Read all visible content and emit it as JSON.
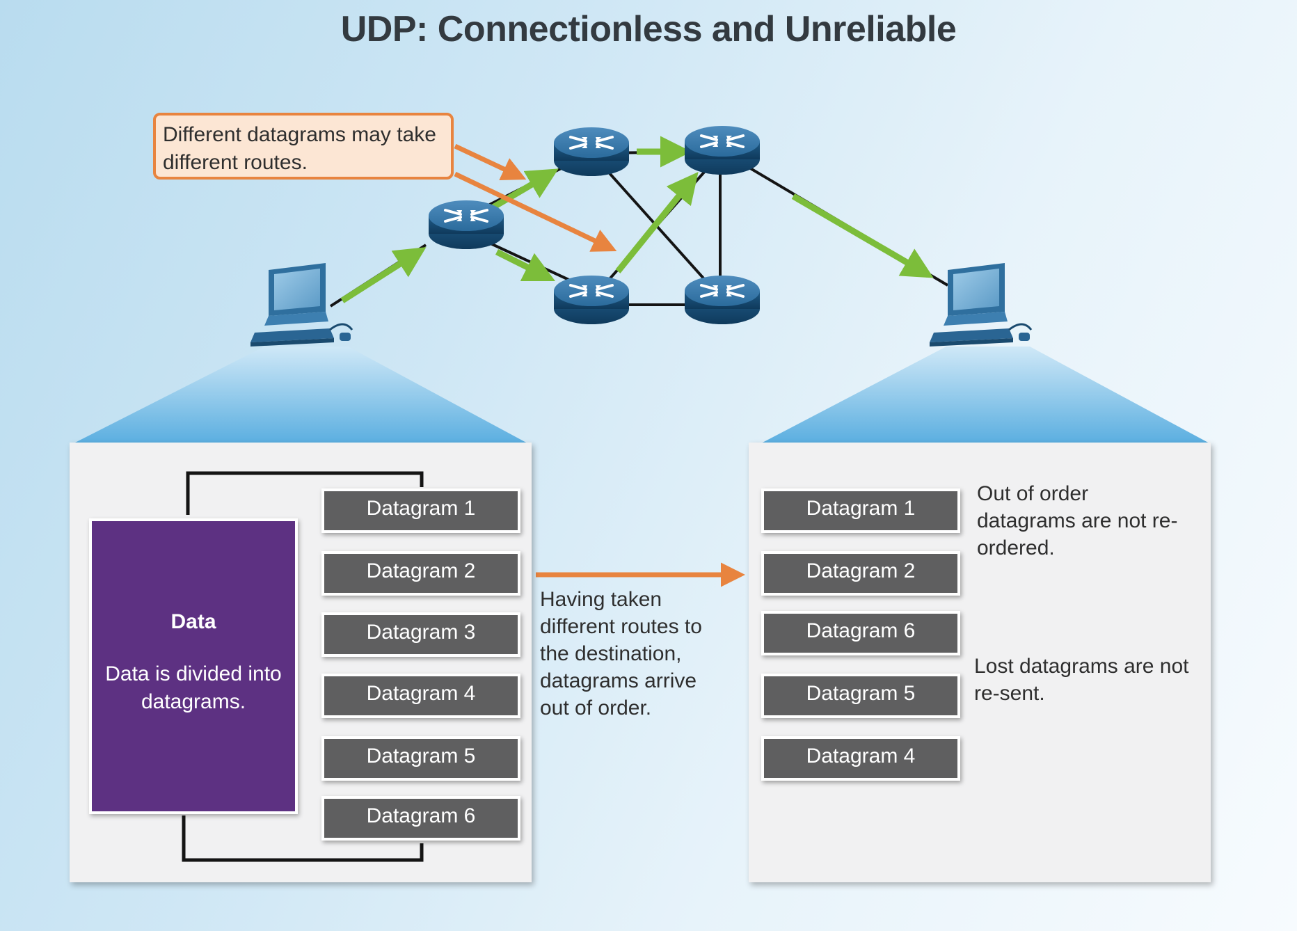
{
  "title": "UDP: Connectionless and Unreliable",
  "callout": "Different datagrams may take different routes.",
  "source": {
    "data_title": "Data",
    "data_text": "Data is divided into datagrams.",
    "datagrams": [
      "Datagram 1",
      "Datagram 2",
      "Datagram 3",
      "Datagram 4",
      "Datagram 5",
      "Datagram 6"
    ]
  },
  "transit_note": "Having taken different routes to the destination, datagrams arrive out of order.",
  "destination": {
    "datagrams": [
      "Datagram 1",
      "Datagram 2",
      "Datagram 6",
      "Datagram 5",
      "Datagram 4"
    ],
    "note_order": "Out of order datagrams are not re-ordered.",
    "note_lost": "Lost datagrams are not re-sent."
  },
  "colors": {
    "route_arrow": "#7cbd3a",
    "callout_arrow": "#e8843f",
    "router": "#1d5a85",
    "data_box": "#5d3182",
    "datagram": "#5f5f60"
  },
  "icons": [
    "computer-icon",
    "router-icon"
  ]
}
